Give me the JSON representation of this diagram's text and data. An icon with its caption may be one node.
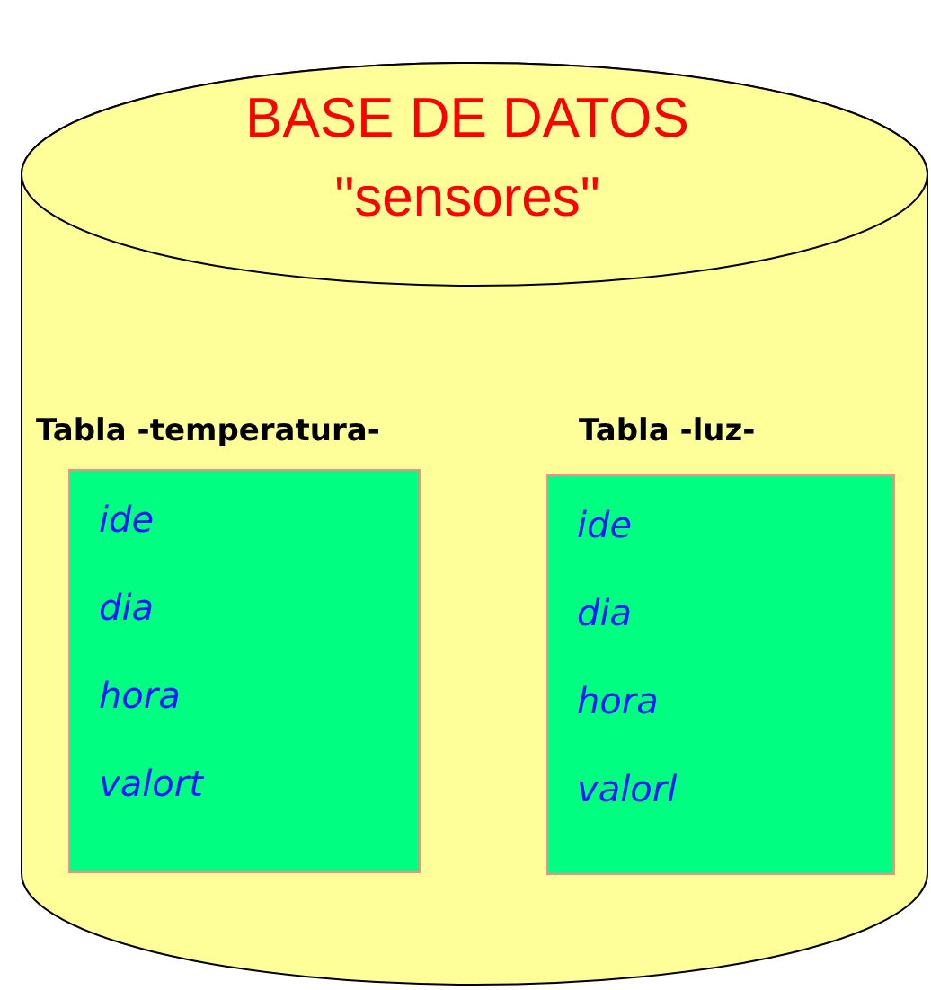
{
  "diagram": {
    "nodes": [
      {
        "text": [
          "BASE DE DATOS \"sensores\""
        ]
      },
      {
        "text": [
          "Tabla -temperatura-",
          "ide",
          "dia",
          "hora",
          "valort"
        ],
        "in": 0
      },
      {
        "text": [
          "Tabla -luz-",
          "ide",
          "dia",
          "hora",
          "valorl"
        ],
        "in": 0
      }
    ]
  }
}
